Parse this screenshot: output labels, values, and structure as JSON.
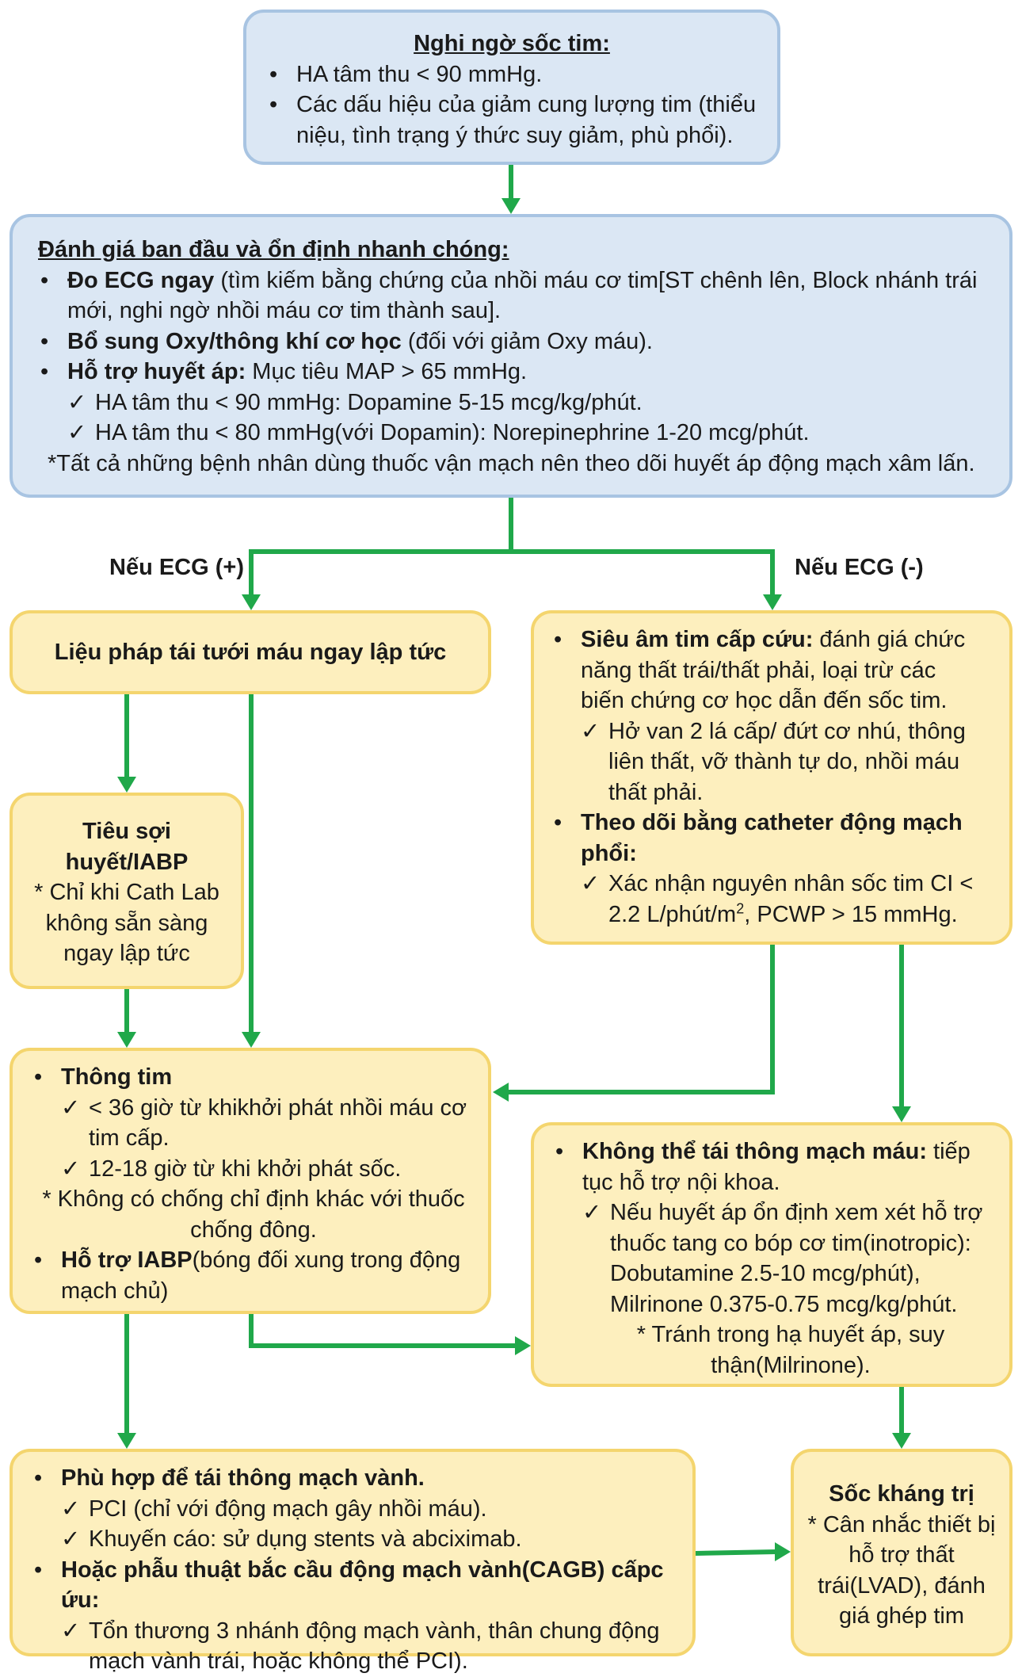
{
  "box1": {
    "title": "Nghi ngờ sốc tim:",
    "items": [
      "HA tâm thu < 90 mmHg.",
      "Các dấu hiệu của giảm cung lượng tim (thiểu niệu, tình trạng ý thức suy giảm, phù phổi)."
    ]
  },
  "box2": {
    "title": "Đánh giá ban đầu và ổn định nhanh chóng:",
    "item1_bold": "Đo ECG ngay",
    "item1_rest": " (tìm kiếm bằng chứng của nhồi máu cơ tim[ST chênh lên, Block nhánh trái mới, nghi ngờ nhồi máu cơ tim thành sau].",
    "item2_bold": "Bổ sung Oxy/thông khí cơ học",
    "item2_rest": " (đối với giảm Oxy máu).",
    "item3_bold": "Hỗ trợ huyết áp:",
    "item3_rest": " Mục tiêu MAP > 65 mmHg.",
    "checks": [
      "HA tâm thu < 90 mmHg: Dopamine 5-15 mcg/kg/phút.",
      "HA tâm thu < 80 mmHg(với Dopamin): Norepinephrine 1-20 mcg/phút."
    ],
    "note": "*Tất cả những bệnh nhân dùng thuốc vận mạch nên theo dõi huyết áp động mạch xâm lấn."
  },
  "labels": {
    "ecg_pos": "Nếu ECG (+)",
    "ecg_neg": "Nếu ECG (-)"
  },
  "box3": {
    "text": "Liệu pháp tái tưới máu ngay lập tức"
  },
  "box4": {
    "item1_bold": "Siêu âm tim cấp cứu:",
    "item1_rest": " đánh giá chức năng thất trái/thất phải, loại trừ các biến chứng cơ học dẫn đến sốc tim.",
    "check1": "Hở van 2 lá cấp/ đứt cơ nhú, thông liên thất, vỡ thành tự do, nhồi máu thất phải.",
    "item2_bold": "Theo dõi bằng catheter động mạch phổi:",
    "check2_a": "Xác nhận nguyên nhân sốc tim CI < 2.2 L/phút/m",
    "check2_sup": "2",
    "check2_b": ", PCWP > 15 mmHg."
  },
  "box5": {
    "title": "Tiêu sợi huyết/IABP",
    "note": "* Chỉ khi Cath Lab không sẵn sàng ngay lập tức"
  },
  "box6": {
    "item1_bold": "Thông tim",
    "checks": [
      "< 36  giờ từ khikhởi phát nhồi máu cơ tim cấp.",
      "12-18 giờ từ khi khởi phát sốc."
    ],
    "note": "* Không có chống chỉ định khác với thuốc chống đông.",
    "item2_bold": "Hỗ trợ IABP",
    "item2_rest": "(bóng đối xung trong động mạch chủ)"
  },
  "box7": {
    "item1_bold": "Không thể tái thông mạch máu:",
    "item1_rest": " tiếp tục hỗ trợ nội khoa.",
    "check1": "Nếu huyết áp ổn định xem xét hỗ trợ thuốc tang co bóp cơ tim(inotropic): Dobutamine 2.5-10 mcg/phút), Milrinone 0.375-0.75 mcg/kg/phút.",
    "note": "* Tránh trong hạ huyết áp, suy thận(Milrinone)."
  },
  "box8": {
    "item1_bold": "Phù hợp để tái thông mạch vành.",
    "checks1": [
      "PCI (chỉ với động mạch gây nhồi máu).",
      "Khuyến cáo: sử dụng stents và abciximab."
    ],
    "item2_bold": "Hoặc phẫu thuật bắc cầu động mạch vành(CAGB) cấpc ứu:",
    "check2": "Tổn thương 3 nhánh động mạch vành, thân chung động mạch vành trái, hoặc không thể PCI)."
  },
  "box9": {
    "title": "Sốc kháng trị",
    "note": "* Cân nhắc thiết bị hỗ trợ thất trái(LVAD), đánh giá ghép tim"
  }
}
